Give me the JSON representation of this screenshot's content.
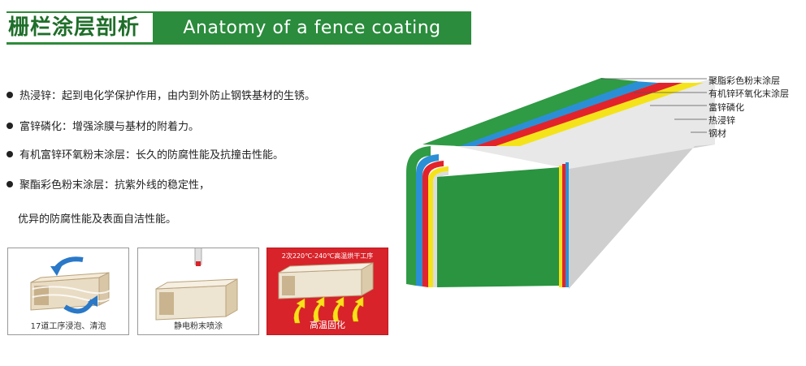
{
  "header": {
    "title_cn": "栅栏涂层剖析",
    "title_en": "Anatomy of a fence coating"
  },
  "bullets": [
    "热浸锌：起到电化学保护作用，由内到外防止钢铁基材的生锈。",
    "富锌磷化：增强涂膜与基材的附着力。",
    "有机富锌环氧粉末涂层：长久的防腐性能及抗撞击性能。",
    "聚酯彩色粉末涂层：抗紫外线的稳定性，"
  ],
  "bullet_continuation": "优异的防腐性能及表面自洁性能。",
  "panels": [
    {
      "caption": "17道工序浸泡、清泡"
    },
    {
      "caption": "静电粉末喷涂"
    },
    {
      "caption": "高温固化",
      "top_caption": "2次220℃-240℃高温烘干工序"
    }
  ],
  "layers": [
    "聚脂彩色粉末涂层",
    "有机锌环氧化末涂层",
    "富锌磷化",
    "热浸锌",
    "钢材"
  ],
  "colors": {
    "brand_green": "#2a8c3c",
    "polyester": "#2f9b45",
    "epoxy": "#2b8fd6",
    "phosphate": "#e2232c",
    "galvanized": "#f4e31a",
    "steel": "#d9d9d9"
  }
}
